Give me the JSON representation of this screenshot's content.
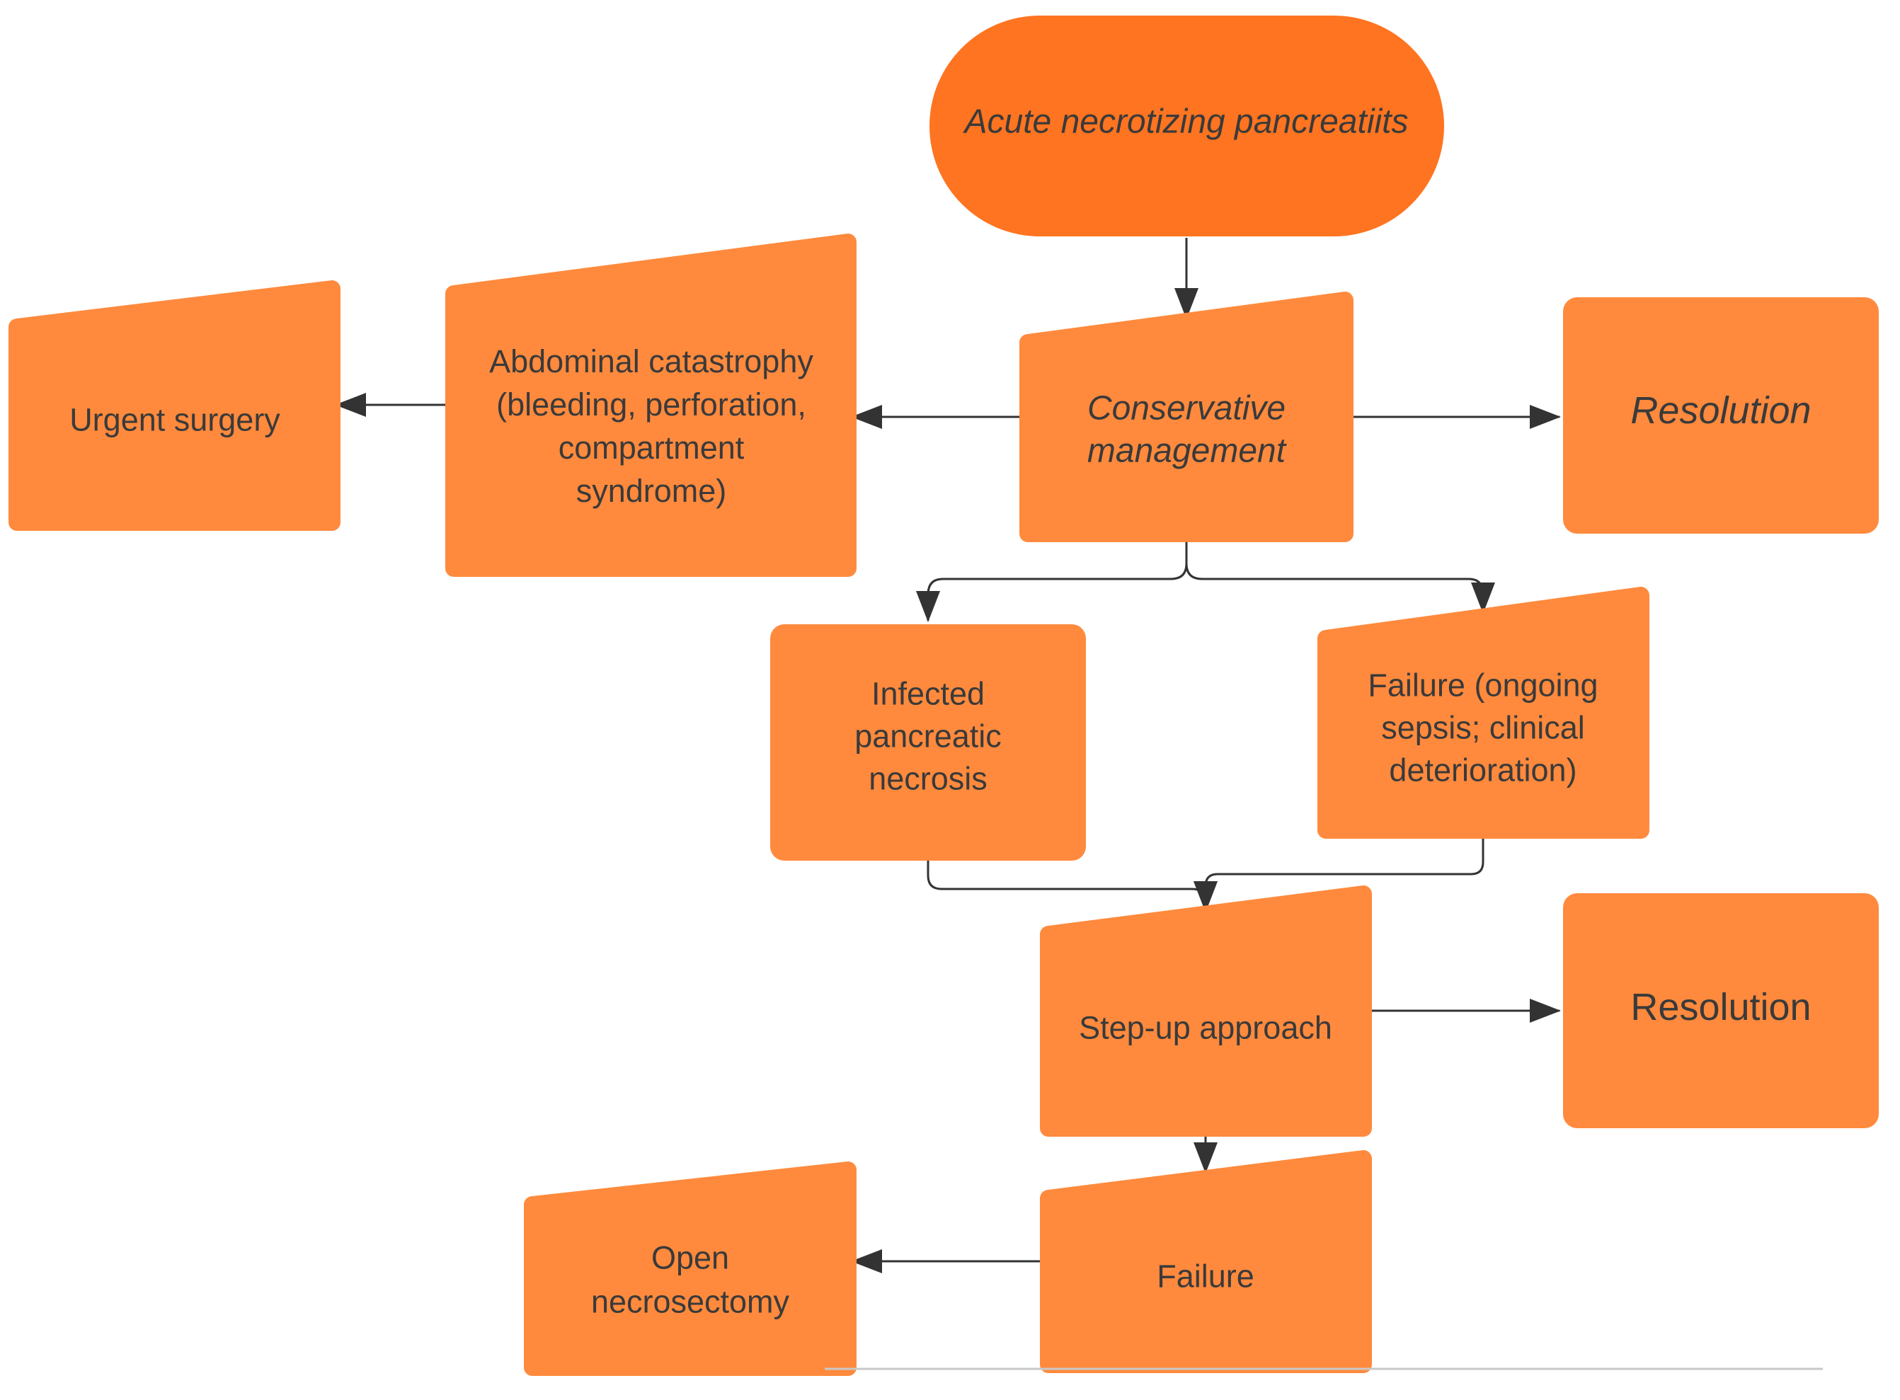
{
  "diagram": {
    "colors": {
      "start_node": "#FF7420",
      "node": "#FF8A3D",
      "arrow": "#333333",
      "text": "#3a3a3a"
    },
    "nodes": {
      "start": {
        "lines": [
          "Acute necrotizing pancreatiits"
        ],
        "italic": true
      },
      "conservative": {
        "lines": [
          "Conservative",
          "management"
        ],
        "italic": true
      },
      "resolution_1": {
        "lines": [
          "Resolution"
        ],
        "italic": true
      },
      "abdominal": {
        "lines": [
          "Abdominal catastrophy",
          "(bleeding, perforation,",
          "compartment",
          "syndrome)"
        ],
        "italic": false
      },
      "urgent_surgery": {
        "lines": [
          "Urgent  surgery"
        ],
        "italic": false
      },
      "infected": {
        "lines": [
          "Infected",
          "pancreatic",
          "necrosis"
        ],
        "italic": false
      },
      "failure_sepsis": {
        "lines": [
          "Failure (ongoing",
          "sepsis; clinical",
          "deterioration)"
        ],
        "italic": false
      },
      "step_up": {
        "lines": [
          "Step-up approach"
        ],
        "italic": false
      },
      "resolution_2": {
        "lines": [
          "Resolution"
        ],
        "italic": false
      },
      "failure_2": {
        "lines": [
          "Failure"
        ],
        "italic": false
      },
      "open_necro": {
        "lines": [
          "Open",
          "necrosectomy"
        ],
        "italic": false
      }
    },
    "edges": [
      {
        "from": "start",
        "to": "conservative"
      },
      {
        "from": "conservative",
        "to": "abdominal"
      },
      {
        "from": "conservative",
        "to": "resolution_1"
      },
      {
        "from": "abdominal",
        "to": "urgent_surgery"
      },
      {
        "from": "conservative",
        "to": "infected"
      },
      {
        "from": "conservative",
        "to": "failure_sepsis"
      },
      {
        "from": "infected",
        "to": "step_up"
      },
      {
        "from": "failure_sepsis",
        "to": "step_up"
      },
      {
        "from": "step_up",
        "to": "resolution_2"
      },
      {
        "from": "step_up",
        "to": "failure_2"
      },
      {
        "from": "failure_2",
        "to": "open_necro"
      }
    ]
  }
}
